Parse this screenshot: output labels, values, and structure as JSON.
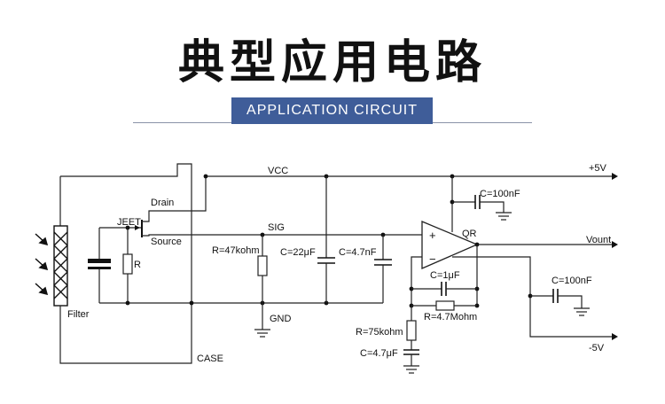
{
  "header": {
    "title": "典型应用电路",
    "subtitle": "APPLICATION CIRCUIT"
  },
  "circuit": {
    "labels": {
      "filter": "Filter",
      "jfet": "JEET",
      "r": "R",
      "drain": "Drain",
      "source": "Source",
      "vcc": "VCC",
      "sig": "SIG",
      "gnd": "GND",
      "case": "CASE",
      "r47k": "R=47kohm",
      "c22u": "C=22μF",
      "c47n": "C=4.7nF",
      "plus5": "+5V",
      "c100n_top": "C=100nF",
      "opamp": "QR",
      "plus": "+",
      "minus": "−",
      "vount": "Vount",
      "c1u": "C=1μF",
      "r47m": "R=4.7Mohm",
      "c100n_right": "C=100nF",
      "r75k": "R=75kohm",
      "c47u": "C=4.7μF",
      "minus5": "-5V"
    }
  },
  "colors": {
    "badge": "#3f5d99",
    "wire": "#222222"
  }
}
